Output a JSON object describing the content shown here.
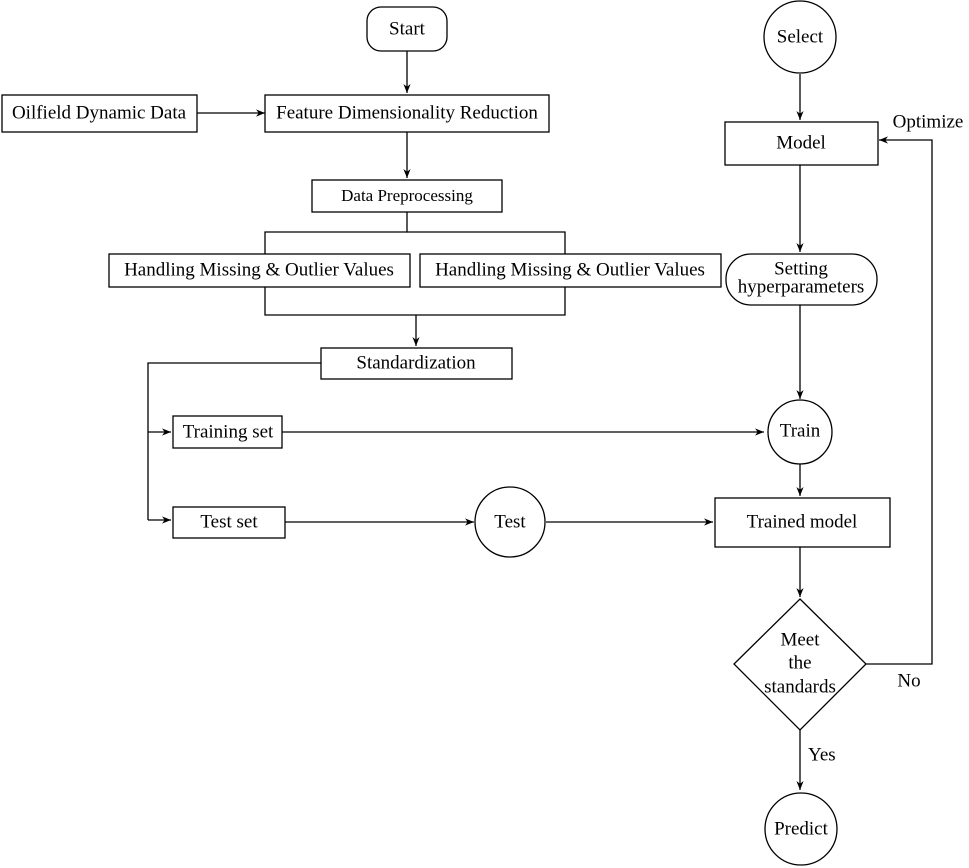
{
  "nodes": {
    "start": "Start",
    "oilfield_data": "Oilfield Dynamic Data",
    "feature_reduction": "Feature Dimensionality Reduction",
    "data_preprocessing": "Data Preprocessing",
    "handling_missing_1": "Handling Missing & Outlier Values",
    "handling_missing_2": "Handling Missing & Outlier Values",
    "standardization": "Standardization",
    "training_set": "Training set",
    "test_set": "Test set",
    "test": "Test",
    "select": "Select",
    "model": "Model",
    "setting_hyper_line1": "Setting",
    "setting_hyper_line2": "hyperparameters",
    "train": "Train",
    "trained_model": "Trained model",
    "decision_line1": "Meet",
    "decision_line2": "the",
    "decision_line3": "standards",
    "predict": "Predict"
  },
  "edges": {
    "optimize": "Optimize",
    "no": "No",
    "yes": "Yes"
  }
}
